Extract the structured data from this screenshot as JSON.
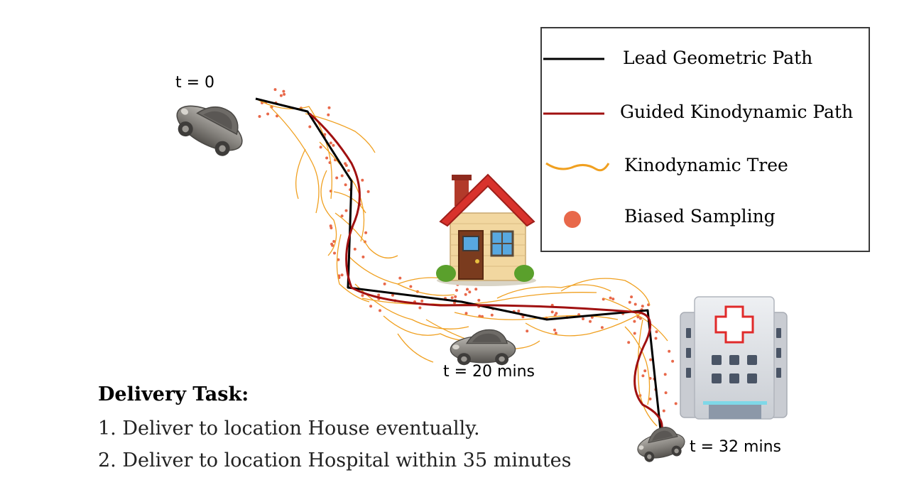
{
  "time_labels": {
    "start": "t = 0",
    "mid": "t = 20 mins",
    "end": "t = 32 mins"
  },
  "legend": {
    "lead_path": "Lead Geometric Path",
    "guided_path": "Guided Kinodynamic Path",
    "tree": "Kinodynamic Tree",
    "sampling": "Biased Sampling"
  },
  "task": {
    "title": "Delivery Task:",
    "items": [
      "1. Deliver to location House eventually.",
      "2. Deliver to location Hospital within 35 minutes"
    ]
  },
  "colors": {
    "lead_path": "#000000",
    "guided_path": "#a01010",
    "tree": "#f0a020",
    "sampling": "#e8684a",
    "house_roof": "#d8322c",
    "house_wall": "#f2d7a0",
    "hospital_cross": "#e02a2a",
    "car": "#8c8a86"
  },
  "icons": [
    "car-icon",
    "house-icon",
    "hospital-icon"
  ]
}
